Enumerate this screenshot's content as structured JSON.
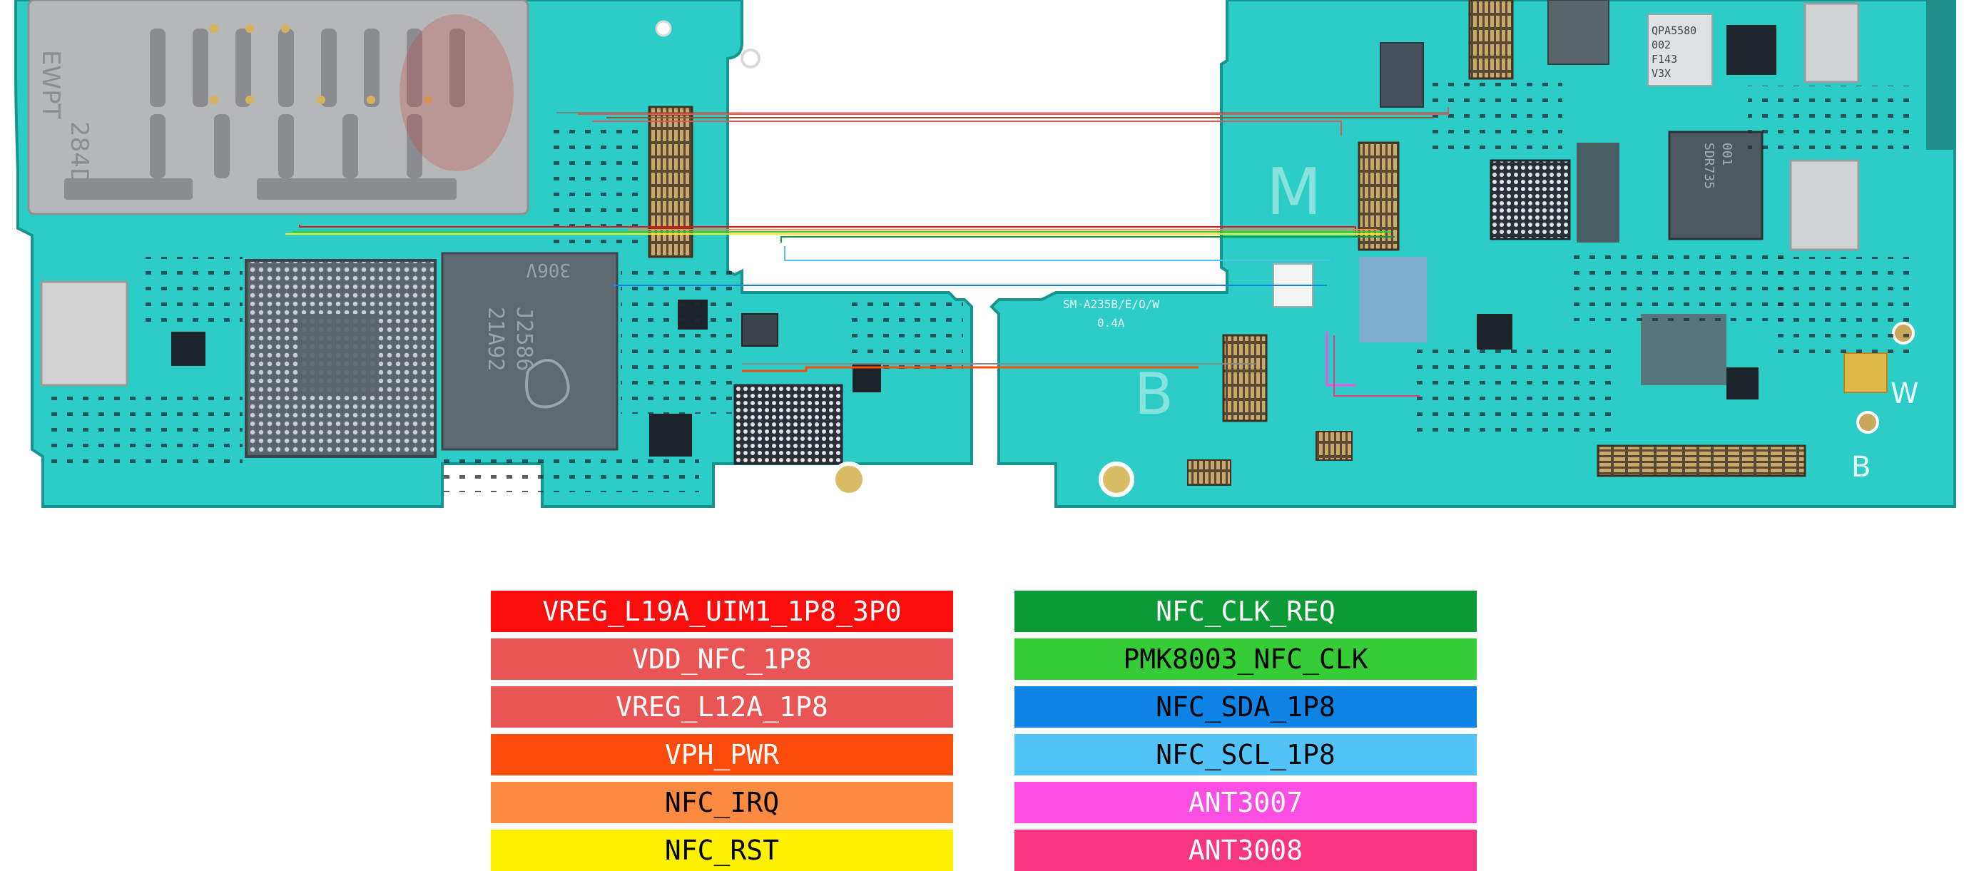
{
  "board": {
    "colors": {
      "pcb": "#2ccdc6",
      "pcb_edge": "#1a9e98",
      "chip_dark": "#55606a",
      "chip_grid": "#8c949c",
      "shield": "#b9b9b9",
      "connector": "#9a7a4a",
      "gold": "#d8b860"
    },
    "silkscreen": {
      "model": "SM-A235B/E/O/W",
      "version": "0.4A",
      "letter_m": "M",
      "letter_b": "B",
      "letter_w": "W",
      "letter_b2": "B",
      "sim_text_1": "EWPT",
      "sim_text_2": "284D",
      "chip_text_1": "21A92",
      "chip_text_2": "J2586",
      "chip_text_3": "306V",
      "pa_text_1": "QPA5580",
      "pa_text_2": "002",
      "pa_text_3": "F143",
      "pa_text_4": "V3X",
      "rf_text_1": "SDR735",
      "rf_text_2": "001"
    }
  },
  "legend": {
    "left": [
      {
        "label": "VREG_L19A_UIM1_1P8_3P0",
        "bg": "#fc0d0d",
        "fg": "#ffffff"
      },
      {
        "label": "VDD_NFC_1P8",
        "bg": "#e95454",
        "fg": "#ffffff"
      },
      {
        "label": "VREG_L12A_1P8",
        "bg": "#e95454",
        "fg": "#ffffff"
      },
      {
        "label": "VPH_PWR",
        "bg": "#fb4c0c",
        "fg": "#ffffff"
      },
      {
        "label": "NFC_IRQ",
        "bg": "#fc8a40",
        "fg": "#000000"
      },
      {
        "label": "NFC_RST",
        "bg": "#fff200",
        "fg": "#000000"
      }
    ],
    "right": [
      {
        "label": "NFC_CLK_REQ",
        "bg": "#0c9a36",
        "fg": "#ffffff"
      },
      {
        "label": "PMK8003_NFC_CLK",
        "bg": "#35cc35",
        "fg": "#000000"
      },
      {
        "label": "NFC_SDA_1P8",
        "bg": "#0d83e6",
        "fg": "#000000"
      },
      {
        "label": "NFC_SCL_1P8",
        "bg": "#52c3f7",
        "fg": "#000000"
      },
      {
        "label": "ANT3007",
        "bg": "#fd4ee3",
        "fg": "#ffffff"
      },
      {
        "label": "ANT3008",
        "bg": "#f8357f",
        "fg": "#ffffff"
      }
    ]
  }
}
